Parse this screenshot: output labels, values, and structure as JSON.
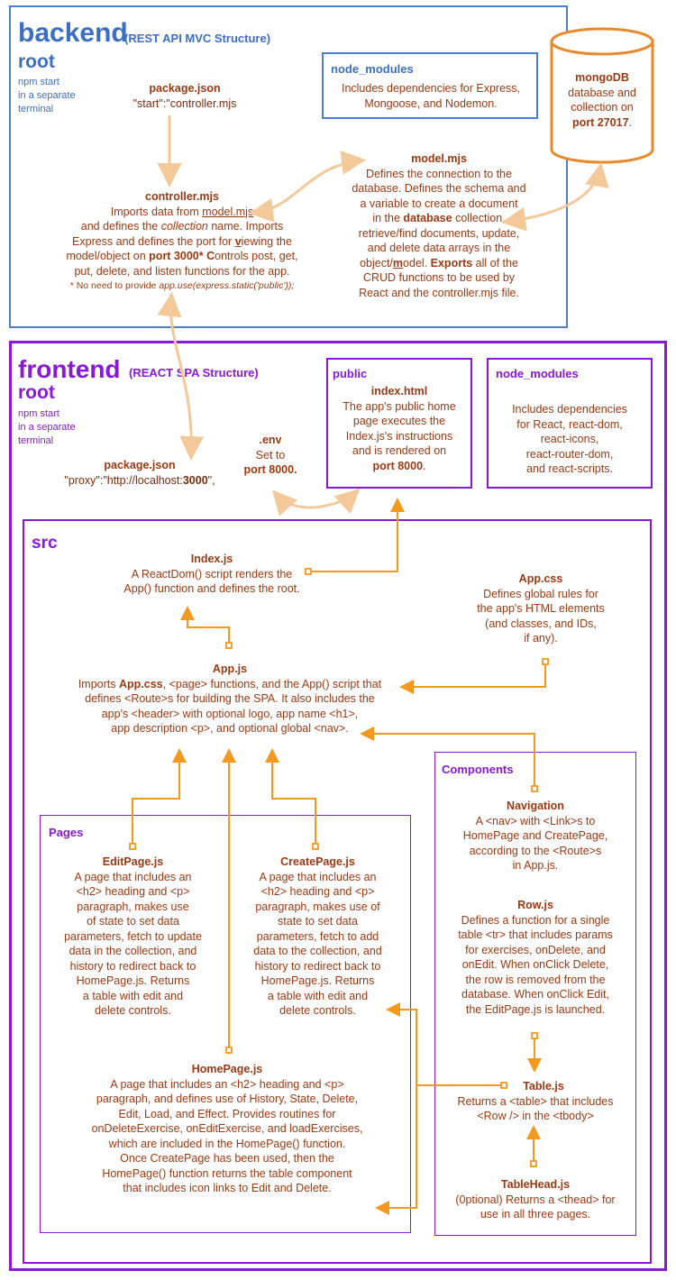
{
  "backend": {
    "title": "backend",
    "subtitle": "(REST API MVC Structure)",
    "root": "root",
    "npm": [
      "npm start",
      "in a separate",
      "terminal"
    ],
    "package_title": "package.json",
    "package_text": "\"start\":\"controller.mjs",
    "node_modules_title": "node_modules",
    "node_modules_text": [
      "Includes dependencies for Express,",
      "Mongoose, and Nodemon."
    ],
    "mongo_title": "mongoDB",
    "mongo_lines": [
      "database and",
      "collection on"
    ],
    "mongo_port": "port 27017",
    "mongo_dot": ".",
    "model_title": "model.mjs",
    "model_l1": "Defines the connection to the",
    "model_l2": "database. Defines the schema and",
    "model_l3": "a variable to create a document",
    "model_l4_a": "in the ",
    "model_l4_b": "database",
    "model_l4_c": " collection,",
    "model_l5": "retrieve/find documents, update,",
    "model_l6": "and delete data arrays in the",
    "model_l7_a": "object/",
    "model_l7_b": "m",
    "model_l7_c": "odel. ",
    "model_l7_d": "Exports",
    "model_l7_e": " all of the",
    "model_l8": "CRUD functions to be used by",
    "model_l9": "React and the controller.mjs file.",
    "controller_title": "controller.mjs",
    "ctrl_l1_a": "Imports data from ",
    "ctrl_l1_b": "model.mjs",
    "ctrl_l2_a": "and defines the ",
    "ctrl_l2_b": "collection",
    "ctrl_l2_c": " name. Imports",
    "ctrl_l3_a": "Express and defines the port for ",
    "ctrl_l3_b": "v",
    "ctrl_l3_c": "iewing the",
    "ctrl_l4_a": "model/object on ",
    "ctrl_l4_b": "port 3000* C",
    "ctrl_l4_c": "ontrols post, get,",
    "ctrl_l5": "put, delete, and listen functions for the app.",
    "ctrl_note_a": "* ",
    "ctrl_note_b": "No need to provide ",
    "ctrl_note_c": "app.use(express.static('public'));"
  },
  "frontend": {
    "title": "frontend",
    "subtitle": "(REACT SPA Structure)",
    "root": "root",
    "npm": [
      "npm start",
      "in a separate",
      "terminal"
    ],
    "package_title": "package.json",
    "package_a": "\"proxy\":\"http://localhost:",
    "package_b": "3000",
    "package_c": "\",",
    "env_title": ".env",
    "env_l1": "Set to",
    "env_l2": "port 8000.",
    "public_label": "public",
    "index_html_title": "index.html",
    "index_html_lines": [
      "The app's public home",
      "page executes the",
      "Index.js's instructions",
      "and is rendered on"
    ],
    "index_html_port": "port 8000",
    "index_html_dot": ".",
    "node_modules_title": "node_modules",
    "node_modules_lines": [
      "Includes dependencies",
      "for React, react-dom,",
      "react-icons,",
      "react-router-dom,",
      "and react-scripts."
    ]
  },
  "src": {
    "label": "src",
    "index_title": "Index.js",
    "index_lines": [
      "A ReactDom() script renders the",
      "App() function and defines the root."
    ],
    "appcss_title": "App.css",
    "appcss_lines": [
      "Defines global rules for",
      "the app's HTML elements",
      "(and classes, and IDs,",
      "if any)."
    ],
    "appjs_title": "App.js",
    "appjs_l1_a": "Imports ",
    "appjs_l1_b": "App.css",
    "appjs_l1_c": ", <page> functions, and the App() script that",
    "appjs_l2": "defines <Route>s for building the SPA. It also includes the",
    "appjs_l3": "app's <header> with optional logo, app name <h1>,",
    "appjs_l4": "app description <p>, and optional global <nav>."
  },
  "pages": {
    "label": "Pages",
    "edit_title": "EditPage.js",
    "edit_lines": [
      "A page that includes an",
      "<h2> heading and <p>",
      "paragraph, makes use",
      "of state to set data",
      "parameters, fetch to update",
      "data in the collection, and",
      "history to redirect back to",
      "HomePage.js. Returns",
      "a table with edit and",
      "delete controls."
    ],
    "create_title": "CreatePage.js",
    "create_lines": [
      "A page that includes an",
      "<h2> heading and <p>",
      "paragraph, makes use of",
      "state to set data",
      "parameters, fetch to add",
      "data to the collection, and",
      "history to redirect back to",
      "HomePage.js. Returns",
      "a table with edit and",
      "delete controls."
    ],
    "home_title": "HomePage.js",
    "home_lines": [
      "A page that includes an <h2> heading and <p>",
      "paragraph, and defines use of History, State, Delete,",
      "Edit, Load, and Effect. Provides routines for",
      "onDeleteExercise, onEditExercise, and loadExercises,",
      "which are included in the HomePage() function.",
      "Once CreatePage has been used, then the",
      "HomePage() function returns the table component",
      "that includes icon links to Edit and Delete."
    ]
  },
  "components": {
    "label": "Components",
    "nav_title": "Navigation",
    "nav_lines": [
      "A <nav> with <Link>s to",
      "HomePage and CreatePage,",
      "according to the <Route>s",
      "in App.js."
    ],
    "row_title": "Row.js",
    "row_lines": [
      "Defines a function for a single",
      "table <tr> that includes params",
      "for exercises, onDelete, and",
      "onEdit. When onClick Delete,",
      "the row is removed from the",
      "database. When onClick Edit,",
      "the EditPage.js is launched."
    ],
    "table_title": "Table.js",
    "table_lines": [
      "Returns a <table> that includes",
      "<Row /> in the <tbody>"
    ],
    "tablehead_title": "TableHead.js",
    "tablehead_lines": [
      "(0ptional) Returns a <thead> for",
      "use in all three pages."
    ]
  }
}
